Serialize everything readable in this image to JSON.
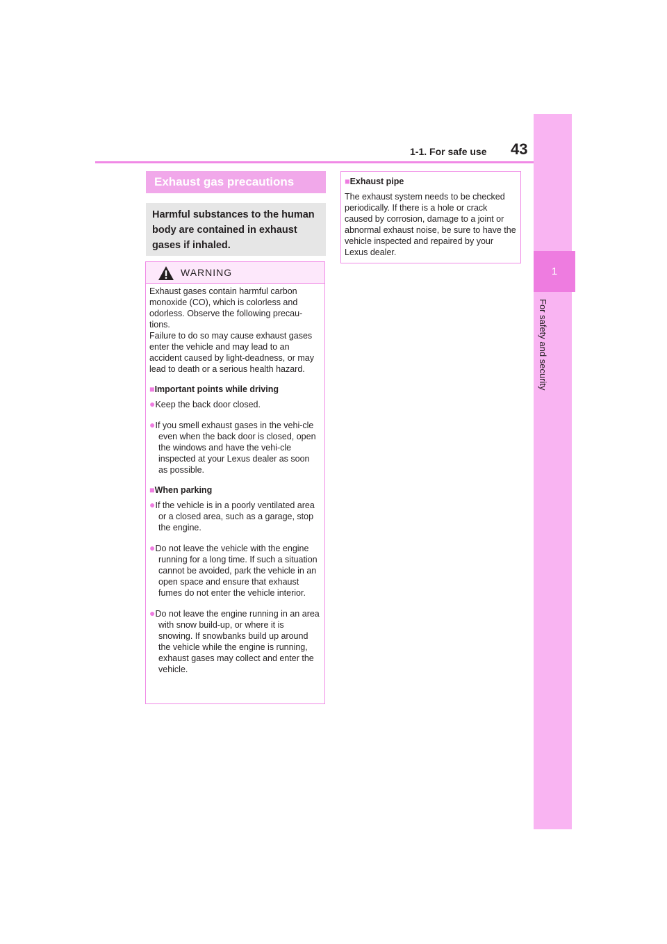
{
  "header": {
    "section": "1-1. For safe use",
    "page_number": "43"
  },
  "side_tab": {
    "chapter_number": "1",
    "chapter_title": "For safety and security"
  },
  "topic": {
    "title": "Exhaust gas precautions",
    "summary": "Harmful substances to the human body are contained in exhaust gases if inhaled."
  },
  "warning": {
    "label": "WARNING",
    "icon": "warning-triangle-icon",
    "intro_1": "Exhaust gases contain harmful carbon monoxide (CO), which is colorless and odorless. Observe the following precau-tions.",
    "intro_2": "Failure to do so may cause exhaust gases enter the vehicle and may lead to an accident caused by light-deadness, or may lead to death or a serious health hazard.",
    "driving_heading": "Important points while driving",
    "driving_bullets": [
      "Keep the back door closed.",
      "If you smell exhaust gases in the vehi-cle even when the back door is closed, open the windows and have the vehi-cle inspected at your Lexus dealer as soon as possible."
    ],
    "parking_heading": "When parking",
    "parking_bullets": [
      "If the vehicle is in a poorly ventilated area or a closed area, such as a garage, stop the engine.",
      "Do not leave the vehicle with the engine running for a long time. If such a situation cannot be avoided, park the vehicle in an open space and ensure that exhaust fumes do not enter the vehicle interior.",
      "Do not leave the engine running in an area with snow build-up, or where it is snowing. If snowbanks build up around the vehicle while the engine is running, exhaust gases may collect and enter the vehicle."
    ]
  },
  "exhaust_pipe": {
    "heading": "Exhaust pipe",
    "body": "The exhaust system needs to be checked periodically. If there is a hole or crack caused by corrosion, damage to a joint or abnormal exhaust noise, be sure to have the vehicle inspected and repaired by your Lexus dealer."
  },
  "colors": {
    "accent": "#f089e6",
    "tab_light": "#f9b4f2",
    "tab_dark": "#ee7ce0",
    "summary_bg": "#e6e6e6"
  }
}
